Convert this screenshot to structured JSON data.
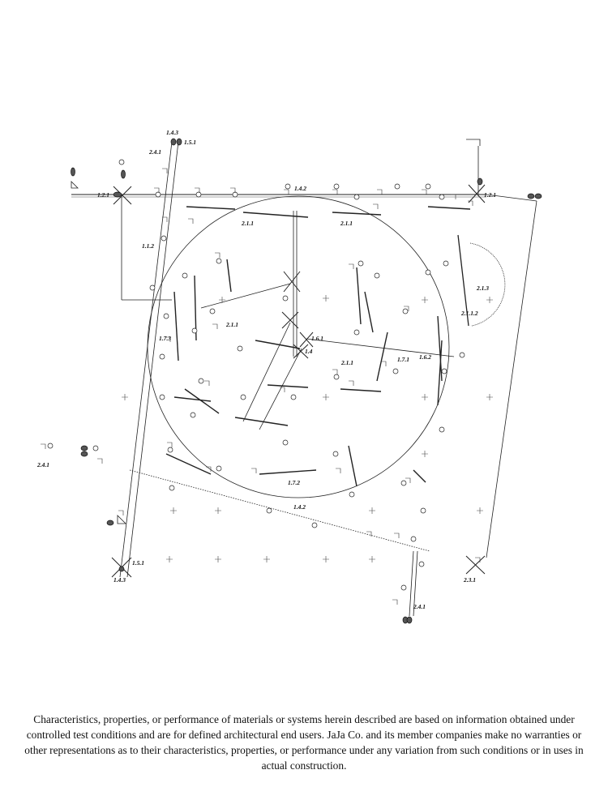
{
  "labels": {
    "l_1_4_3_top": "1.4.3",
    "l_1_5_1_top": "1.5.1",
    "l_2_4_1_top": "2.4.1",
    "l_1_2_1_left": "1.2.1",
    "l_1_2_1_right": "1.2.1",
    "l_1_4_2_top": "1.4.2",
    "l_2_1_1_a": "2.1.1",
    "l_2_1_1_b": "2.1.1",
    "l_1_1_2": "1.1.2",
    "l_2_1_3": "2.1.3",
    "l_2_1_1_2": "2.1.1.2",
    "l_2_1_1_c": "2.1.1",
    "l_1_7_3": "1.7.3",
    "l_1_6_1": "1.6.1",
    "l_1_4": "1.4",
    "l_1_6_2": "1.6.2",
    "l_1_7_1": "1.7.1",
    "l_2_1_1_d": "2.1.1",
    "l_2_4_1_left": "2.4.1",
    "l_1_7_2": "1.7.2",
    "l_1_4_2_bottom": "1.4.2",
    "l_1_5_1_bottom": "1.5.1",
    "l_1_4_3_bottom": "1.4.3",
    "l_2_3_1": "2.3.1",
    "l_2_4_1_bottom": "2.4.1"
  },
  "disclaimer": "Characteristics, properties, or performance of materials or systems herein described are based on information obtained under controlled test conditions and are for defined architectural end users. JaJa Co. and its member companies make no warranties or other representations as to their characteristics, properties, or performance under any variation from such conditions or in uses in actual construction."
}
